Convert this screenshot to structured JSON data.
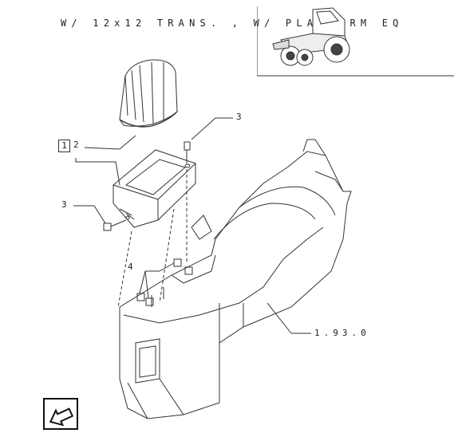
{
  "header": {
    "title": "W/ 12x12 TRANS. , W/ PLATFORM EQ"
  },
  "callouts": {
    "ref_box": "1",
    "part_2": "2",
    "part_3_top": "3",
    "part_3_left": "3",
    "part_4": "4",
    "reference": "1.93.0"
  },
  "inset": {
    "icon": "tractor-icon"
  },
  "nav": {
    "icon": "arrow-back-icon"
  }
}
